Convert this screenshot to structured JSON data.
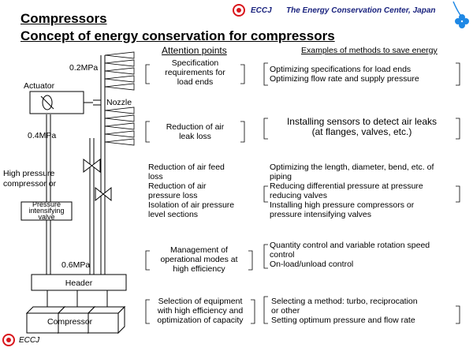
{
  "header": {
    "org_short": "ECCJ",
    "org_full": "The Energy Conservation Center, Japan",
    "title_line1": "Compressors",
    "title_line2": "Concept of energy conservation for compressors"
  },
  "columns": {
    "attention": "Attention points",
    "examples": "Examples of methods to save energy"
  },
  "diagram_labels": {
    "p02": "0.2MPa",
    "actuator": "Actuator",
    "nozzle": "Nozzle",
    "p04": "0.4MPa",
    "hp_comp_line1": "High pressure",
    "hp_comp_line2": "compressor or",
    "piv_line1": "Pressure",
    "piv_line2": "intensifying",
    "piv_line3": "valve",
    "p06": "0.6MPa",
    "header_box": "Header",
    "compressor": "Compressor"
  },
  "rows": [
    {
      "attention": [
        "Specification",
        "requirements for",
        "load ends"
      ],
      "examples": [
        "Optimizing specifications for load ends",
        "Optimizing flow rate and supply pressure"
      ]
    },
    {
      "attention": [
        "Reduction of air",
        "leak loss"
      ],
      "examples": [
        "Installing sensors to detect air leaks",
        "(at flanges, valves, etc.)"
      ]
    },
    {
      "attention": [
        "Reduction of air feed",
        "loss",
        "Reduction of air",
        "pressure loss",
        "Isolation of air pressure",
        "level sections"
      ],
      "examples": [
        "Optimizing the length, diameter, bend, etc. of",
        "piping",
        "Reducing differential pressure at pressure",
        "reducing valves",
        "Installing high pressure compressors or",
        "pressure intensifying valves"
      ]
    },
    {
      "attention": [
        "Management of",
        "operational modes at",
        "high efficiency"
      ],
      "examples": [
        "Quantity control and variable rotation speed",
        "control",
        "On-load/unload control"
      ]
    },
    {
      "attention": [
        "Selection of equipment",
        "with high efficiency and",
        "optimization of capacity"
      ],
      "examples": [
        "Selecting a method: turbo, reciprocation",
        "or other",
        "Setting optimum pressure and flow rate"
      ]
    }
  ],
  "footer": {
    "org_short": "ECCJ"
  },
  "colors": {
    "logo_red": "#d9161c",
    "brand_navy": "#1a237e",
    "clover_blue": "#1e88e5"
  }
}
